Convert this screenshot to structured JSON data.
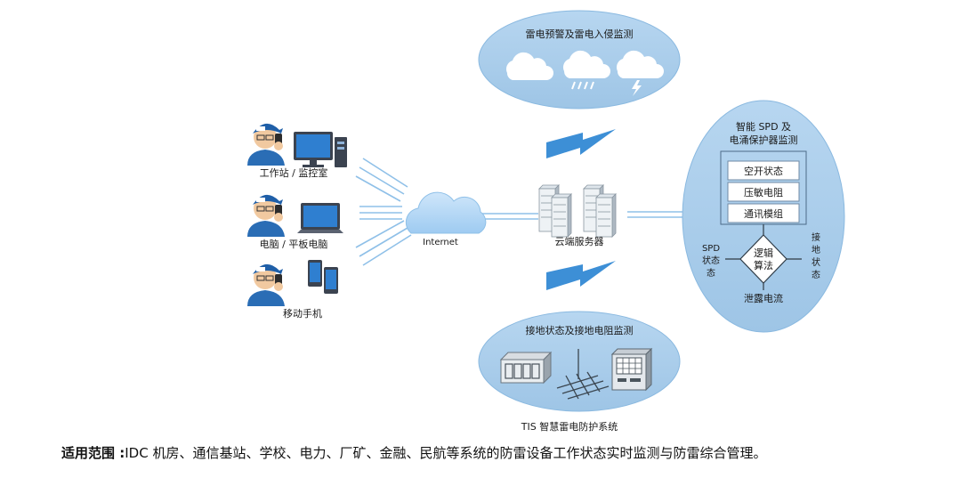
{
  "diagram": {
    "users": [
      {
        "label": "工作站 / 监控室",
        "device": "desktop-monitor-icon"
      },
      {
        "label": "电脑 / 平板电脑",
        "device": "laptop-icon"
      },
      {
        "label": "移动手机",
        "device": "smartphone-icon"
      }
    ],
    "internet_label": "Internet",
    "server_label": "云端服务器",
    "lightning_monitor": {
      "title": "雷电预警及雷电入侵监测",
      "icons": [
        "cloud-icon",
        "rain-cloud-icon",
        "thunder-cloud-icon"
      ]
    },
    "grounding_monitor": {
      "title": "接地状态及接地电阻监测",
      "icons": [
        "spd-module-icon",
        "ground-grid-icon",
        "monitor-device-icon"
      ]
    },
    "spd_monitor": {
      "title_line1": "智能 SPD 及",
      "title_line2": "电涌保护器监测",
      "status_rows": [
        "空开状态",
        "压敏电阻",
        "通讯模组"
      ],
      "logic_line1": "逻辑",
      "logic_line2": "算法",
      "left_line1": "SPD",
      "left_line2": "状态",
      "left_line3": "态",
      "right_line1": "接",
      "right_line2": "地",
      "right_line3": "状",
      "right_line4": "态",
      "bottom": "泄露电流"
    },
    "system_name": "TIS 智慧雷电防护系统"
  },
  "caption": {
    "prefix": "适用范围 :",
    "text": "IDC 机房、通信基站、学校、电力、厂矿、金融、民航等系统的防雷设备工作状态实时监测与防雷综合管理。"
  },
  "colors": {
    "ellipse_fill": "#a9cdea",
    "ellipse_stroke": "#6fa6d6",
    "lightning": "#3d8fd6",
    "line": "#8fc0e8",
    "shirt": "#2a6db5"
  }
}
